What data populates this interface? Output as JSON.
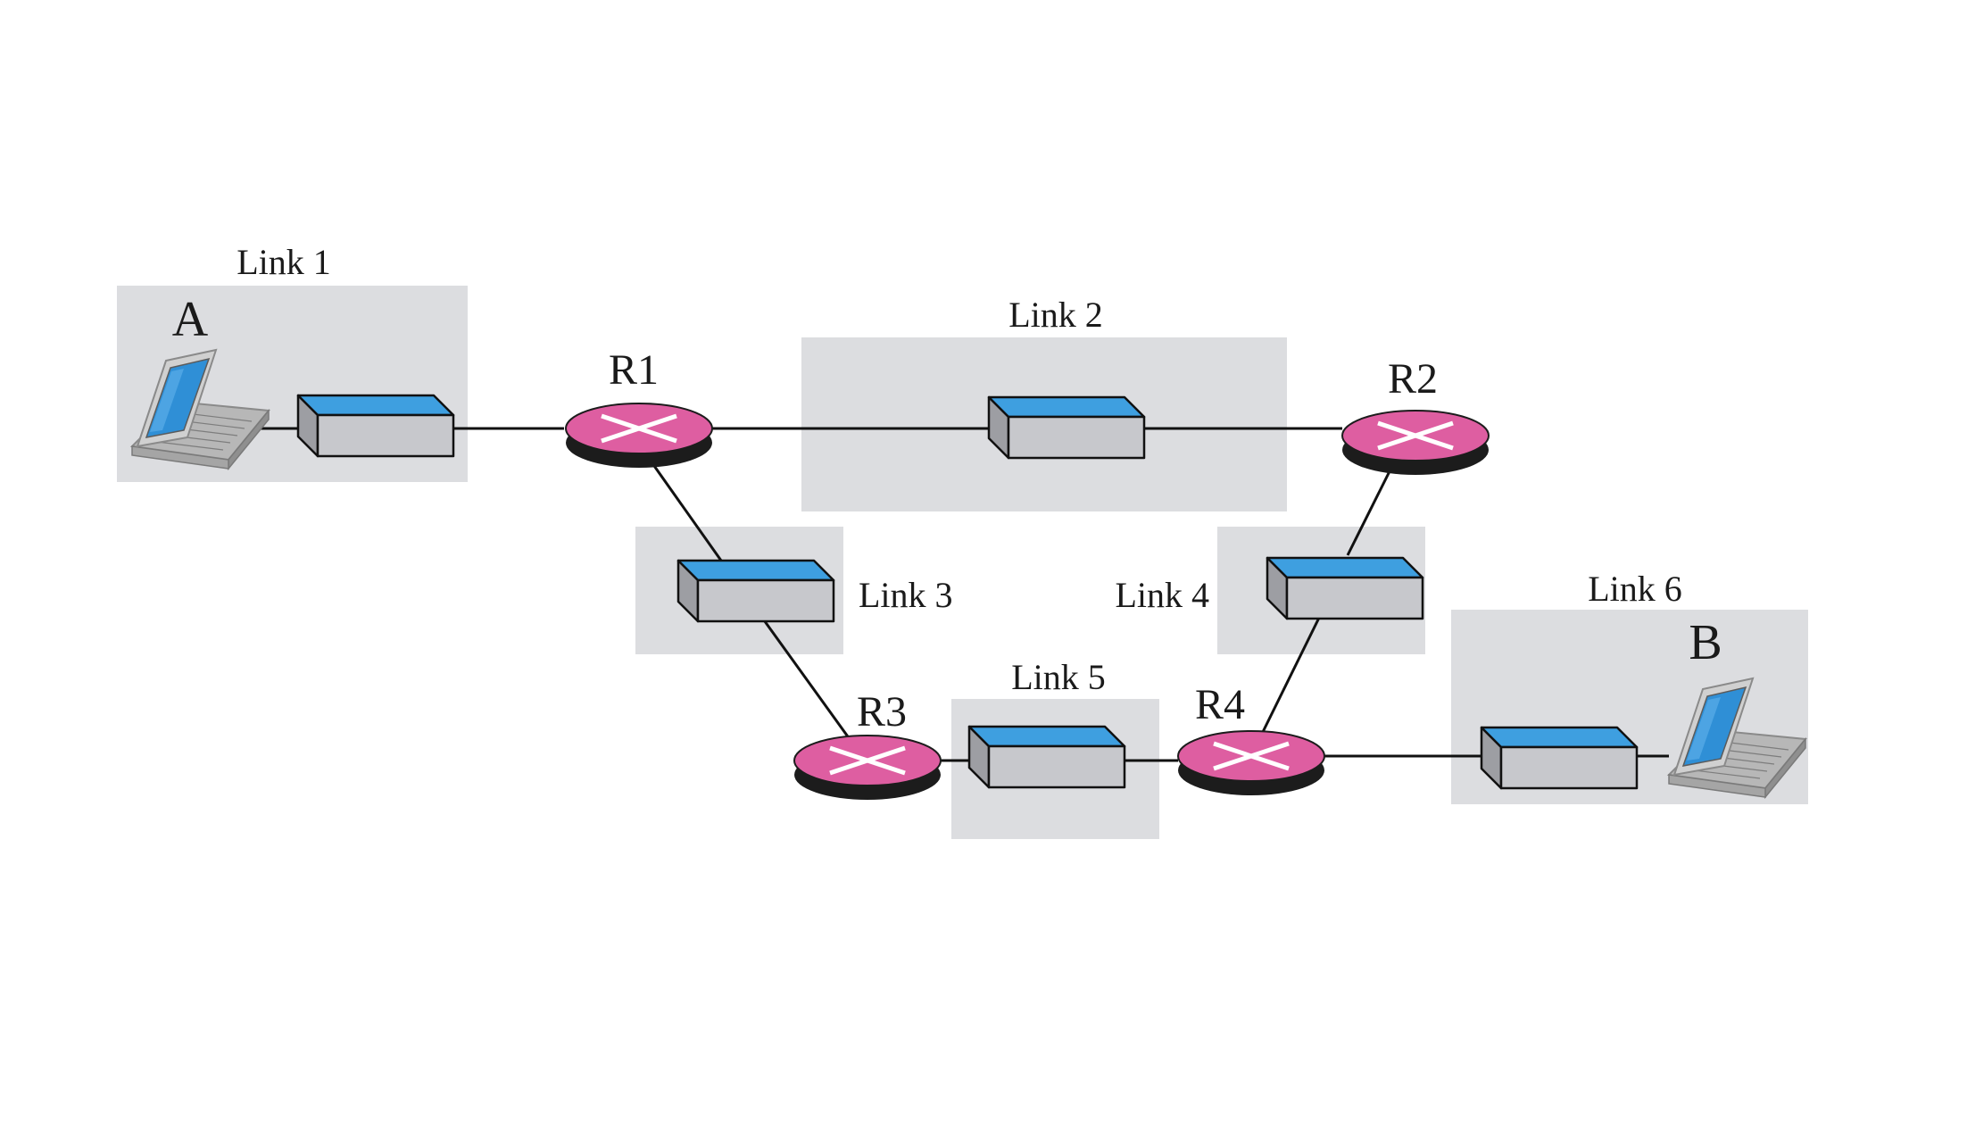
{
  "colors": {
    "background": "#ffffff",
    "link_box": "#dcdde0",
    "router_top": "#de5ea1",
    "router_base": "#1c1c1c",
    "router_cross": "#ffffff",
    "switch_top": "#3e9fe0",
    "switch_body": "#c7c8cc",
    "laptop_screen": "#2f8fd6",
    "laptop_body": "#c4c4c4",
    "wire": "#111111"
  },
  "links": [
    {
      "id": "link1",
      "label": "Link 1"
    },
    {
      "id": "link2",
      "label": "Link 2"
    },
    {
      "id": "link3",
      "label": "Link 3"
    },
    {
      "id": "link4",
      "label": "Link 4"
    },
    {
      "id": "link5",
      "label": "Link 5"
    },
    {
      "id": "link6",
      "label": "Link 6"
    }
  ],
  "routers": [
    {
      "id": "r1",
      "label": "R1",
      "icon": "router-icon"
    },
    {
      "id": "r2",
      "label": "R2",
      "icon": "router-icon"
    },
    {
      "id": "r3",
      "label": "R3",
      "icon": "router-icon"
    },
    {
      "id": "r4",
      "label": "R4",
      "icon": "router-icon"
    }
  ],
  "hosts": [
    {
      "id": "a",
      "label": "A",
      "icon": "laptop-icon"
    },
    {
      "id": "b",
      "label": "B",
      "icon": "laptop-icon"
    }
  ],
  "switch_icon": "switch-icon",
  "connections": [
    [
      "A",
      "Link 1 switch"
    ],
    [
      "Link 1 switch",
      "R1"
    ],
    [
      "R1",
      "Link 2 switch"
    ],
    [
      "Link 2 switch",
      "R2"
    ],
    [
      "R1",
      "Link 3 switch"
    ],
    [
      "Link 3 switch",
      "R3"
    ],
    [
      "R2",
      "Link 4 switch"
    ],
    [
      "Link 4 switch",
      "R4"
    ],
    [
      "R3",
      "Link 5 switch"
    ],
    [
      "Link 5 switch",
      "R4"
    ],
    [
      "R4",
      "Link 6 switch"
    ],
    [
      "Link 6 switch",
      "B"
    ]
  ]
}
